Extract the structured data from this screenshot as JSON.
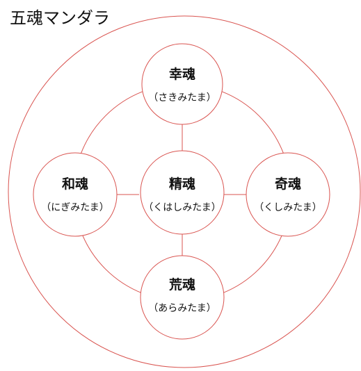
{
  "title": "五魂マンダラ",
  "colors": {
    "line": "#d9534f",
    "text": "#111111",
    "background": "#ffffff"
  },
  "nodes": [
    {
      "id": "top",
      "name": "幸魂",
      "reading": "（さきみたま）"
    },
    {
      "id": "left",
      "name": "和魂",
      "reading": "（にぎみたま）"
    },
    {
      "id": "center",
      "name": "精魂",
      "reading": "（くはしみたま）"
    },
    {
      "id": "right",
      "name": "奇魂",
      "reading": "（くしみたま）"
    },
    {
      "id": "bottom",
      "name": "荒魂",
      "reading": "（あらみたま）"
    }
  ]
}
